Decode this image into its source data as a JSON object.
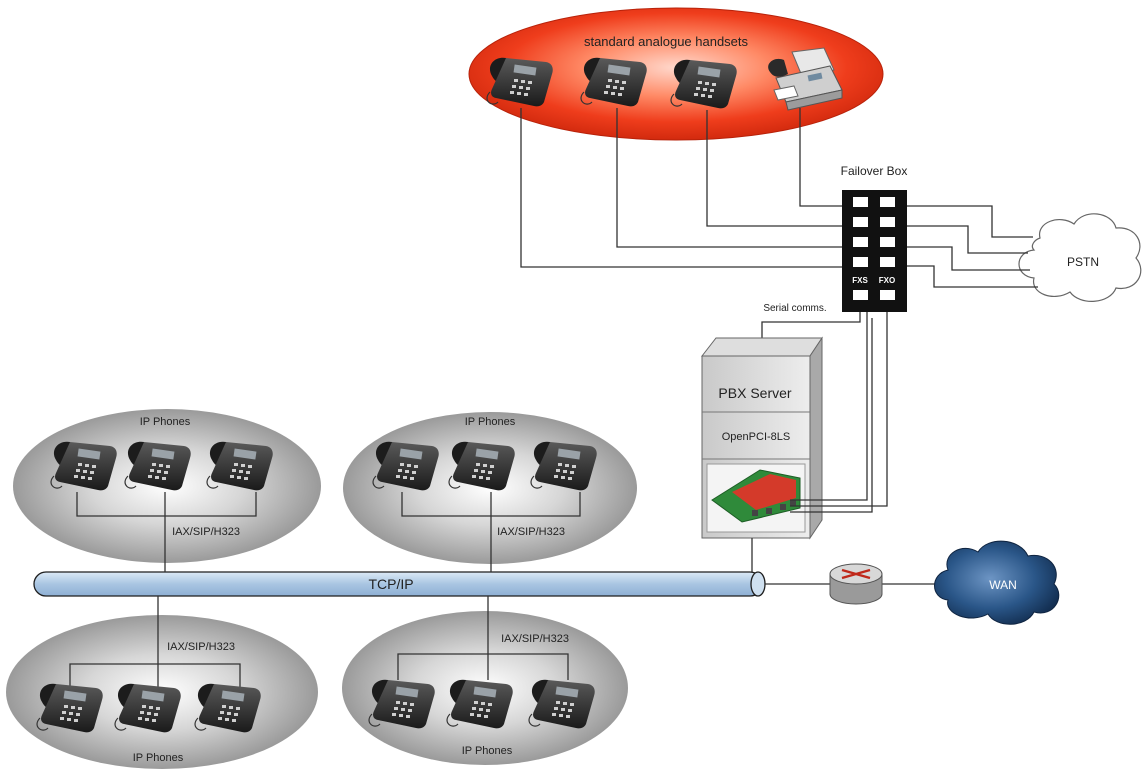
{
  "analogue": {
    "label": "standard analogue handsets"
  },
  "failover": {
    "label": "Failover Box",
    "fxs": "FXS",
    "fxo": "FXO"
  },
  "pstn": {
    "label": "PSTN"
  },
  "serial": {
    "label": "Serial comms."
  },
  "server": {
    "title": "PBX Server",
    "card": "OpenPCI-8LS"
  },
  "network": {
    "bus_label": "TCP/IP"
  },
  "wan": {
    "label": "WAN"
  },
  "groups": [
    {
      "title": "IP Phones",
      "protocol": "IAX/SIP/H323"
    },
    {
      "title": "IP Phones",
      "protocol": "IAX/SIP/H323"
    },
    {
      "title": "IP Phones",
      "protocol": "IAX/SIP/H323"
    },
    {
      "title": "IP Phones",
      "protocol": "IAX/SIP/H323"
    }
  ],
  "colors": {
    "analogue_zone": "#e8341a",
    "ip_zone": "#9a9a9a",
    "bus": "#b3cde6",
    "wan_cloud": "#1f4a78",
    "failover_box": "#111111"
  }
}
